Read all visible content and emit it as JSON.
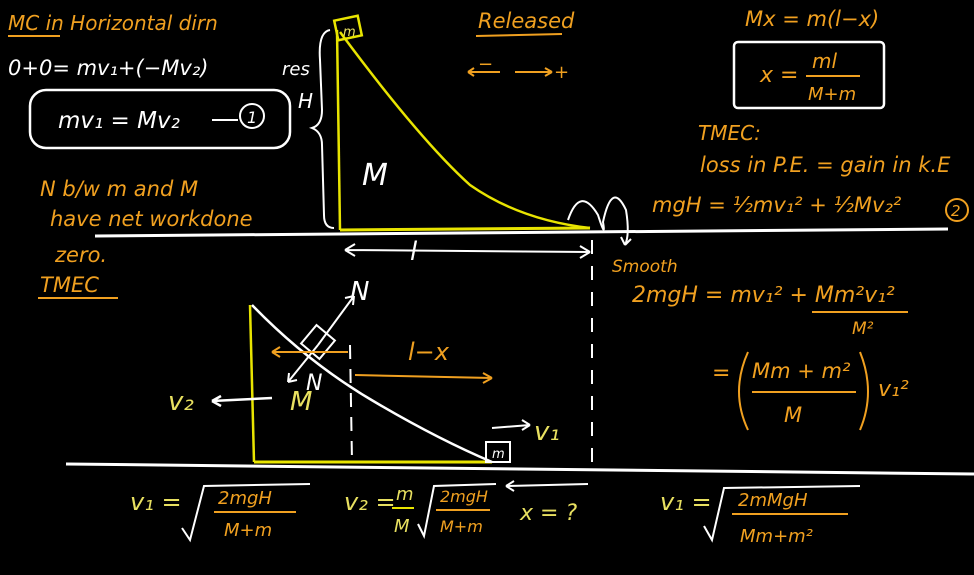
{
  "colors": {
    "background": "#000000",
    "orange_ink": "#f0a020",
    "yellow_ink": "#e8e400",
    "white_ink": "#ffffff",
    "incline_line": "#f0e060"
  },
  "notes_left": {
    "momentum_title": "MC in Horizontal dirn",
    "momentum_eq": "0+0= mv₁+(−Mv₂)",
    "momentum_result": "mv₁ = Mv₂",
    "eq_number": "1",
    "normal_note_line1": "N b/w m and M",
    "normal_note_line2": "have net workdone",
    "normal_note_line3": "zero.",
    "tmec": "TMEC"
  },
  "diagram_top": {
    "block_label": "m",
    "wedge_label": "M",
    "height_label": "H",
    "rest_label": "res",
    "base_label": "l"
  },
  "notes_center": {
    "released": "Released",
    "sign_minus": "−",
    "sign_plus": "+"
  },
  "notes_right": {
    "displacement_eq": "Mx = m(l−x)",
    "x_num": "ml",
    "x_den": "M+m",
    "x_lhs": "x =",
    "tmec_title": "TMEC:",
    "loss_gain": "loss in P.E. = gain in k.E",
    "energy_eq": "mgH = ½mv₁² + ½Mv₂²",
    "eq2_number": "2",
    "smooth": "Smooth",
    "sub_lhs": "2mgH = mv₁² + Mm²v₁²",
    "sub_den": "M²",
    "sub_simpl_num": "Mm + m²",
    "sub_simpl_den": "M",
    "sub_simpl_v": "v₁²",
    "eq_sign": "="
  },
  "diagram_bottom": {
    "normal": "N",
    "normal2": "N",
    "wedge_label": "M",
    "block_label": "m",
    "v1": "v₁",
    "v2": "v₂",
    "l_minus_x": "l−x"
  },
  "results_bottom": {
    "v1_lhs": "v₁ =",
    "v1_num": "2mgH",
    "v1_den": "M+m",
    "v2_lhs": "v₂ =",
    "v2_frac_num": "m",
    "v2_frac_den": "M",
    "v2_num": "2mgH",
    "v2_den": "M+m",
    "x_question": "x = ?",
    "v1b_lhs": "v₁ =",
    "v1b_num": "2mMgH",
    "v1b_den": "Mm+m²"
  }
}
